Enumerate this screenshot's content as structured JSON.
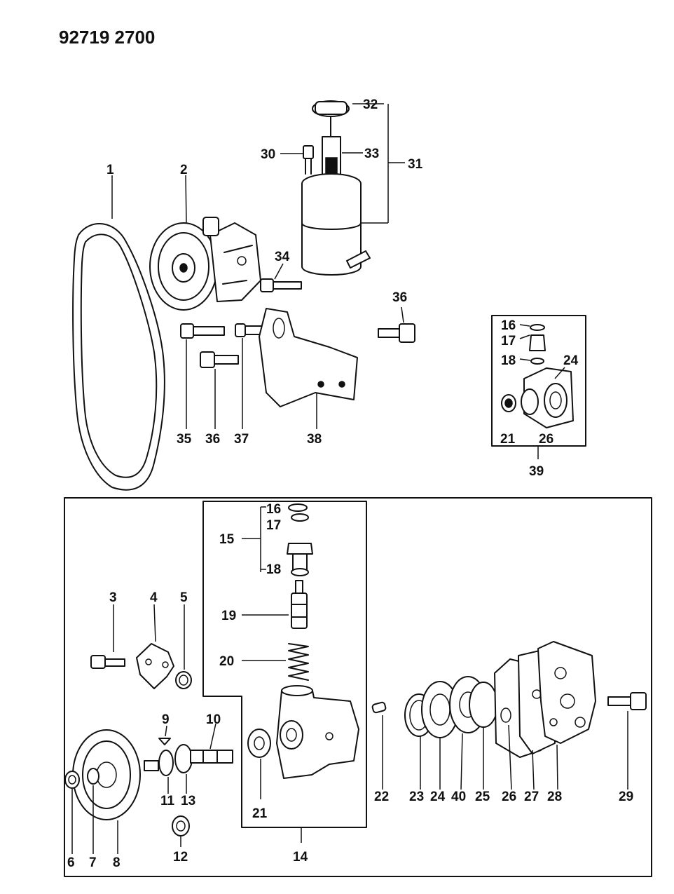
{
  "header": {
    "code": "92719 2700"
  },
  "callouts": {
    "c1": "1",
    "c2": "2",
    "c3": "3",
    "c4": "4",
    "c5": "5",
    "c6": "6",
    "c7": "7",
    "c8": "8",
    "c9": "9",
    "c10": "10",
    "c11": "11",
    "c12": "12",
    "c13": "13",
    "c14": "14",
    "c15": "15",
    "c16": "16",
    "c17": "17",
    "c18": "18",
    "c19": "19",
    "c20": "20",
    "c21": "21",
    "c22": "22",
    "c23": "23",
    "c24": "24",
    "c25": "25",
    "c26": "26",
    "c27": "27",
    "c28": "28",
    "c29": "29",
    "c30": "30",
    "c31": "31",
    "c32": "32",
    "c33": "33",
    "c34": "34",
    "c35": "35",
    "c36": "36",
    "c37": "37",
    "c38": "38",
    "c39": "39",
    "c40": "40"
  }
}
